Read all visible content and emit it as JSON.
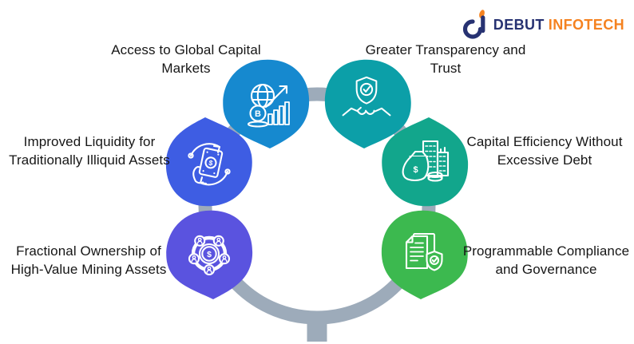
{
  "logo": {
    "brand_first": "DEBUT",
    "brand_second": "INFOTECH",
    "mark_icon": "debut-infotech-d-mark",
    "navy": "#273272",
    "orange": "#F58220"
  },
  "diagram": {
    "ring_color": "#9DABBA",
    "text_color": "#161616",
    "background": "#FFFFFF",
    "benefits": [
      {
        "id": "global-capital-markets",
        "position": "top-left",
        "label_lines": [
          "Access to Global Capital",
          "Markets"
        ],
        "color": "#1689CF",
        "icon": "globe-bitcoin-growth-icon",
        "icon_symbol": "B"
      },
      {
        "id": "transparency-trust",
        "position": "top-right",
        "label_lines": [
          "Greater Transparency and",
          "Trust"
        ],
        "color": "#0C9FA8",
        "icon": "shield-handshake-icon",
        "icon_symbol": ""
      },
      {
        "id": "improved-liquidity",
        "position": "left",
        "label_lines": [
          "Improved Liquidity for",
          "Traditionally Illiquid Assets"
        ],
        "color": "#3E5DE3",
        "icon": "cash-cycle-hand-icon",
        "icon_symbol": "$"
      },
      {
        "id": "capital-efficiency",
        "position": "right",
        "label_lines": [
          "Capital Efficiency Without",
          "Excessive Debt"
        ],
        "color": "#12A68C",
        "icon": "money-bag-buildings-icon",
        "icon_symbol": "$"
      },
      {
        "id": "fractional-ownership",
        "position": "bottom-left",
        "label_lines": [
          "Fractional Ownership of",
          "High-Value Mining Assets"
        ],
        "color": "#5A53DF",
        "icon": "dollar-network-icon",
        "icon_symbol": "$"
      },
      {
        "id": "programmable-compliance",
        "position": "bottom-right",
        "label_lines": [
          "Programmable Compliance",
          "and Governance"
        ],
        "color": "#3CB94F",
        "icon": "document-shield-icon",
        "icon_symbol": ""
      }
    ]
  }
}
